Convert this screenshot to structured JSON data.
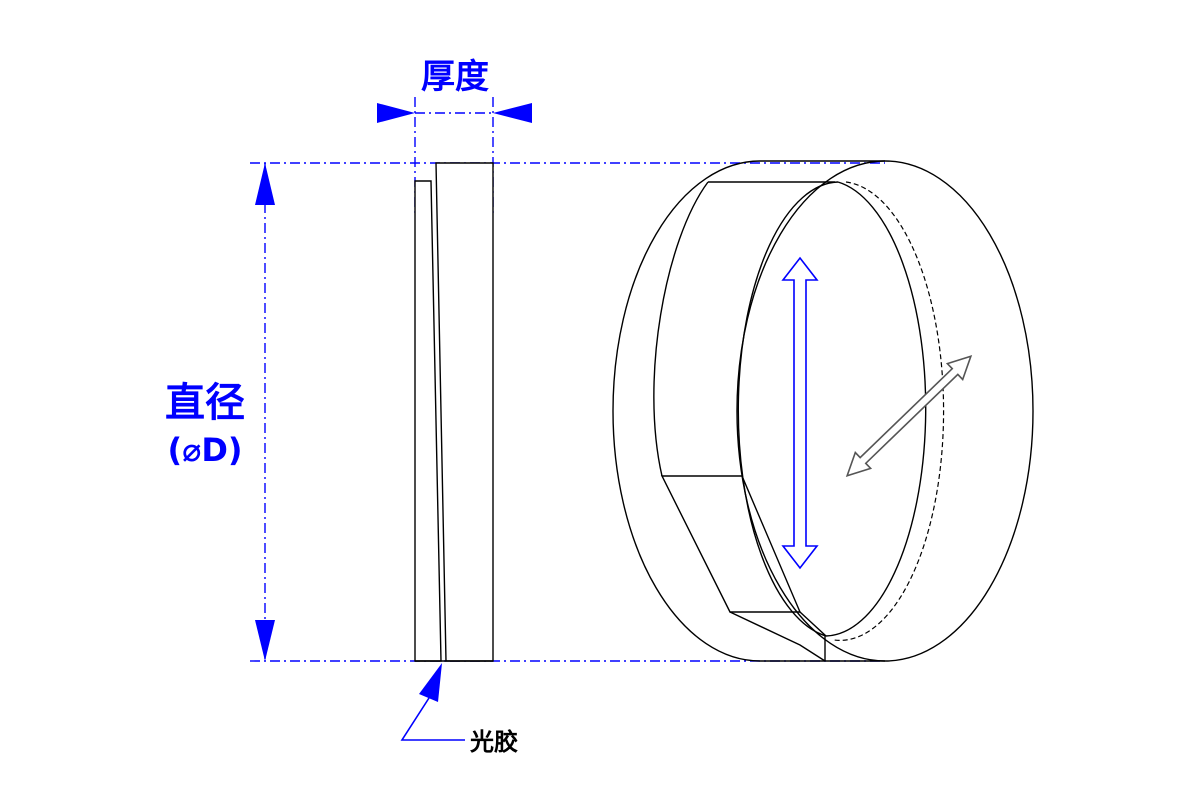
{
  "diagram": {
    "thickness_label": "厚度",
    "diameter_label": "直径",
    "diameter_symbol": "(⌀D)",
    "cement_label": "光胶"
  },
  "colors": {
    "dimension": "#0000ff",
    "outline": "#000000",
    "background": "#ffffff"
  }
}
